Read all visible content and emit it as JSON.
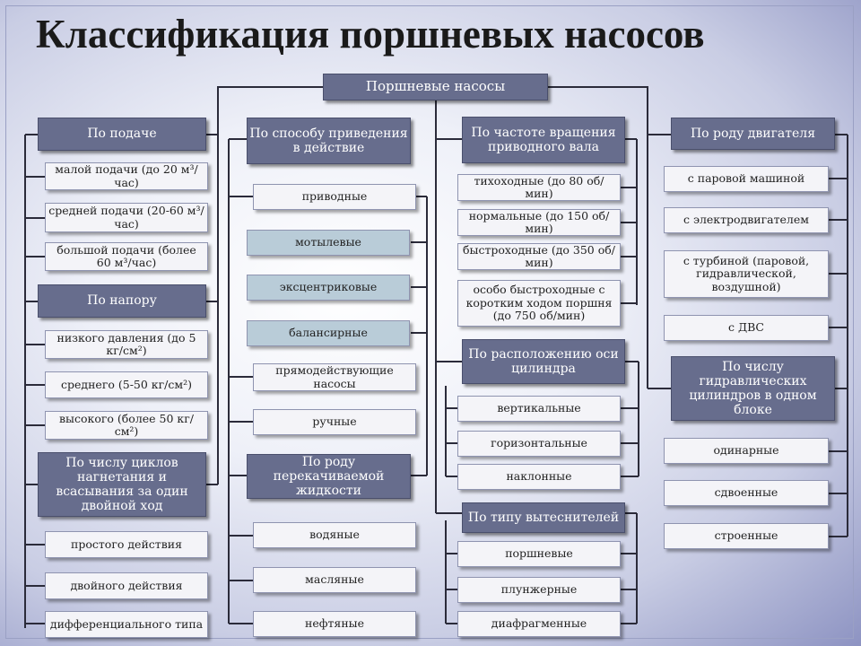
{
  "title": "Классификация поршневых насосов",
  "root": "Поршневые насосы",
  "col1": {
    "g1": {
      "head": "По подаче",
      "items": [
        "малой подачи (до 20 м³/час)",
        "средней подачи (20-60 м³/час)",
        "большой подачи (более 60 м³/час)"
      ]
    },
    "g2": {
      "head": "По напору",
      "items": [
        "низкого давления (до 5 кг/см²)",
        "среднего (5-50 кг/см²)",
        "высокого (более 50 кг/см²)"
      ]
    },
    "g3": {
      "head": "По числу циклов нагнетания и всасывания за один двойной ход",
      "items": [
        "простого действия",
        "двойного действия",
        "дифференциального типа"
      ]
    }
  },
  "col2": {
    "g1": {
      "head": "По способу приведения в действие",
      "items": [
        "приводные",
        "мотылевые",
        "эксцентриковые",
        "балансирные",
        "прямодействующие насосы",
        "ручные"
      ]
    },
    "g2": {
      "head": "По роду перекачиваемой жидкости",
      "items": [
        "водяные",
        "масляные",
        "нефтяные"
      ]
    }
  },
  "col3": {
    "g1": {
      "head": "По частоте вращения приводного вала",
      "items": [
        "тихоходные (до 80 об/мин)",
        "нормальные (до 150 об/мин)",
        "быстроходные (до 350 об/мин)",
        "особо быстроходные с коротким ходом поршня (до 750 об/мин)"
      ]
    },
    "g2": {
      "head": "По расположению оси цилиндра",
      "items": [
        "вертикальные",
        "горизонтальные",
        "наклонные"
      ]
    },
    "g3": {
      "head": "По типу вытеснителей",
      "items": [
        "поршневые",
        "плунжерные",
        "диафрагменные"
      ]
    }
  },
  "col4": {
    "g1": {
      "head": "По роду двигателя",
      "items": [
        "с паровой машиной",
        "с электродвигателем",
        "с турбиной (паровой, гидравлической, воздушной)",
        "с ДВС"
      ]
    },
    "g2": {
      "head": "По числу гидравлических цилиндров в одном блоке",
      "items": [
        "одинарные",
        "сдвоенные",
        "строенные"
      ]
    }
  }
}
